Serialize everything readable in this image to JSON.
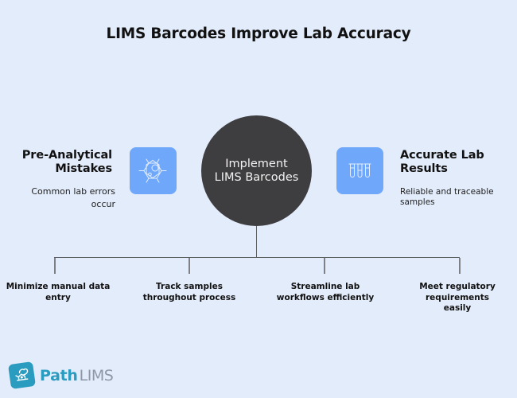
{
  "title": "LIMS Barcodes Improve Lab Accuracy",
  "center": {
    "line1": "Implement",
    "line2": "LIMS Barcodes"
  },
  "left": {
    "heading_line1": "Pre-Analytical",
    "heading_line2": "Mistakes",
    "description_line1": "Common lab errors",
    "description_line2": "occur",
    "icon": "molecule-icon"
  },
  "right": {
    "heading_line1": "Accurate Lab",
    "heading_line2": "Results",
    "description_line1": "Reliable and traceable",
    "description_line2": "samples",
    "icon": "test-tubes-icon"
  },
  "benefits": [
    {
      "line1": "Minimize manual data",
      "line2": "entry"
    },
    {
      "line1": "Track samples",
      "line2": "throughout process"
    },
    {
      "line1": "Streamline lab",
      "line2": "workflows efficiently"
    },
    {
      "line1": "Meet regulatory",
      "line2": "requirements",
      "line3": "easily"
    }
  ],
  "logo": {
    "brand_bold": "Path",
    "brand_light": "LIMS"
  },
  "colors": {
    "background": "#e3ecfb",
    "circle": "#3e3d40",
    "icon_box": "#6fa8fb",
    "logo": "#2a9cc0",
    "connector": "#5e5f63"
  }
}
